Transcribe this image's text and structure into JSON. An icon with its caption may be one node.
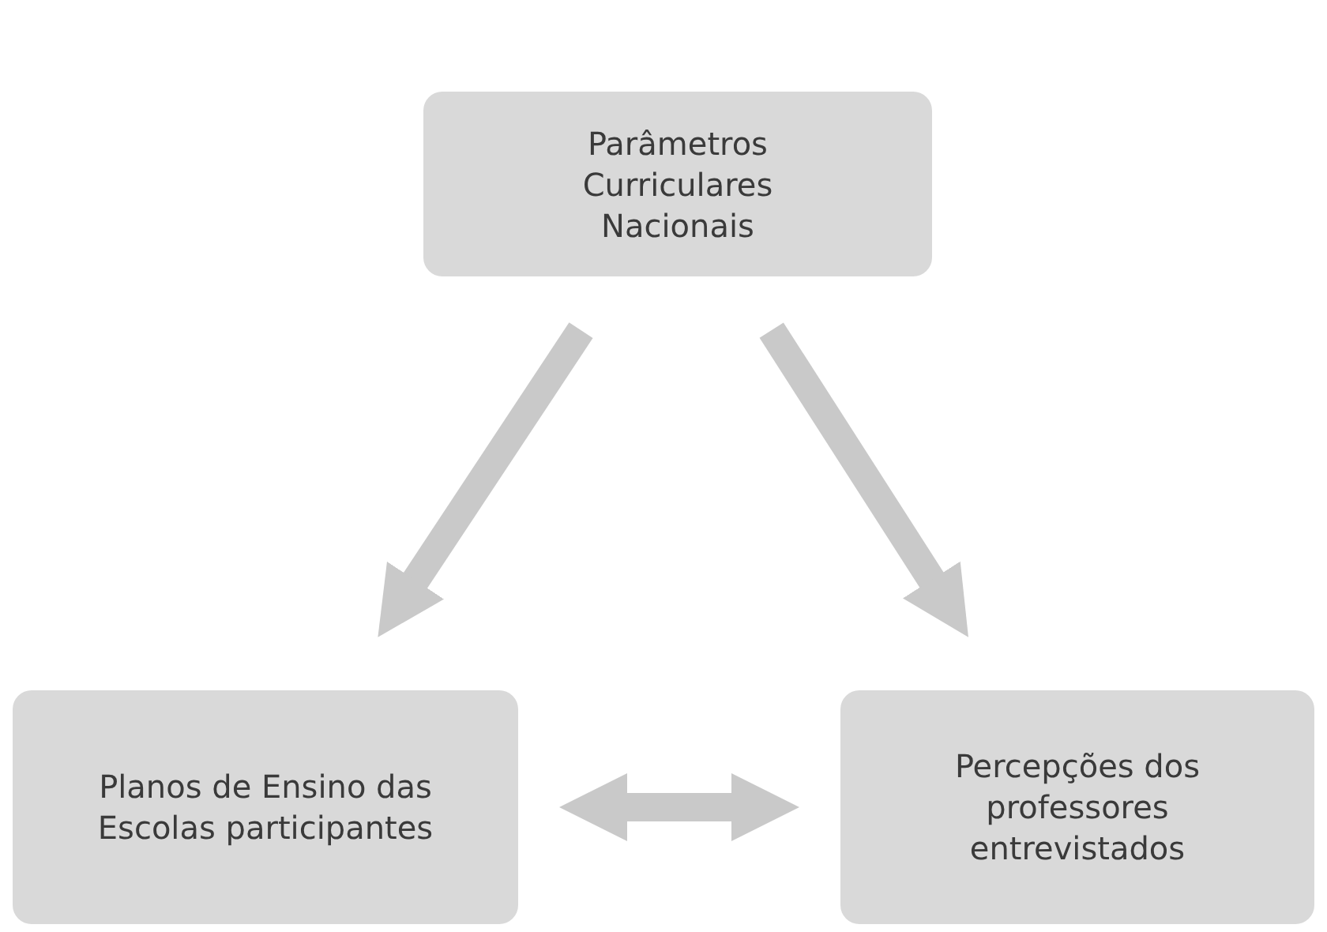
{
  "diagram": {
    "nodes": [
      {
        "text": [
          "Parâmetros Curriculares Nacionais"
        ]
      },
      {
        "text": [
          "Planos de Ensino das Escolas participantes"
        ]
      },
      {
        "text": [
          "Percepções dos professores entrevistados"
        ]
      }
    ],
    "edges": [
      {
        "from": 0,
        "to": 1,
        "arrow": "to"
      },
      {
        "from": 0,
        "to": 2,
        "arrow": "to"
      },
      {
        "from": 1,
        "to": 2,
        "arrow": "both"
      }
    ]
  }
}
